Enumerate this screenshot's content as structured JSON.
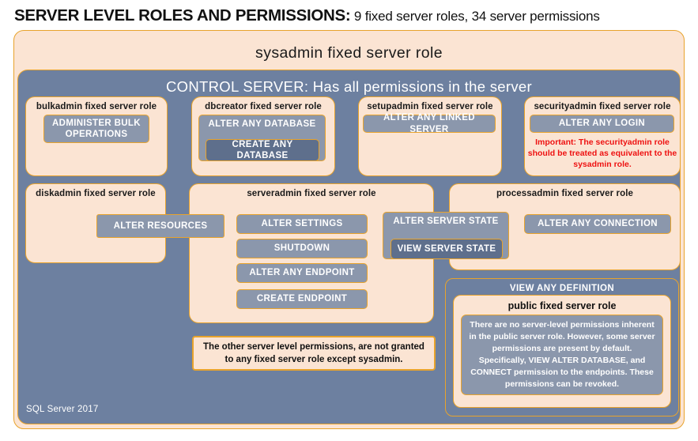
{
  "title": {
    "main": "SERVER LEVEL ROLES AND PERMISSIONS:",
    "sub": " 9 fixed server roles, 34 server permissions"
  },
  "outer": {
    "sysadmin_label": "sysadmin  fixed  server  role",
    "control_server_label": "CONTROL SERVER: Has all permissions in the server",
    "footer": "SQL Server 2017"
  },
  "roles": {
    "bulkadmin": {
      "title": "bulkadmin  fixed server role",
      "permissions": [
        "ADMINISTER  BULK OPERATIONS"
      ]
    },
    "dbcreator": {
      "title": "dbcreator fixed server role",
      "permissions": [
        "ALTER ANY DATABASE",
        "CREATE  ANY DATABASE"
      ]
    },
    "setupadmin": {
      "title": "setupadmin fixed server role",
      "permissions": [
        "ALTER ANY LINKED SERVER"
      ]
    },
    "securityadmin": {
      "title": "securityadmin  fixed server role",
      "permissions": [
        "ALTER ANY LOGIN"
      ],
      "warning": "Important:  The securityadmin role should  be treated as equivalent to the sysadmin role."
    },
    "diskadmin": {
      "title": "diskadmin  fixed server role",
      "permissions": [
        "ALTER RESOURCES"
      ]
    },
    "serveradmin": {
      "title": "serveradmin fixed server role",
      "permissions": [
        "ALTER SETTINGS",
        "SHUTDOWN",
        "ALTER ANY ENDPOINT",
        "CREATE  ENDPOINT"
      ],
      "shared_permissions": [
        "ALTER SERVER STATE",
        "VIEW SERVER  STATE"
      ]
    },
    "processadmin": {
      "title": "processadmin  fixed server role",
      "permissions": [
        "ALTER ANY CONNECTION"
      ]
    },
    "public": {
      "view_any_definition": "VIEW  ANY DEFINITION",
      "title": "public  fixed server role",
      "description": "There are no server-level permissions inherent in the public server role. However, some server permissions are present by default. Specifically, VIEW ALTER DATABASE, and CONNECT permission to the endpoints. These permissions can be revoked."
    }
  },
  "notes": {
    "other_permissions": "The other server level permissions,  are not granted to any fixed server role except sysadmin."
  },
  "colors": {
    "peach": "#fbe4d3",
    "gold_border": "#e8a32c",
    "slate": "#6d80a0",
    "pill": "#8b97ac",
    "pill_dark": "#5e6f8c",
    "warning_red": "#ee1111"
  }
}
